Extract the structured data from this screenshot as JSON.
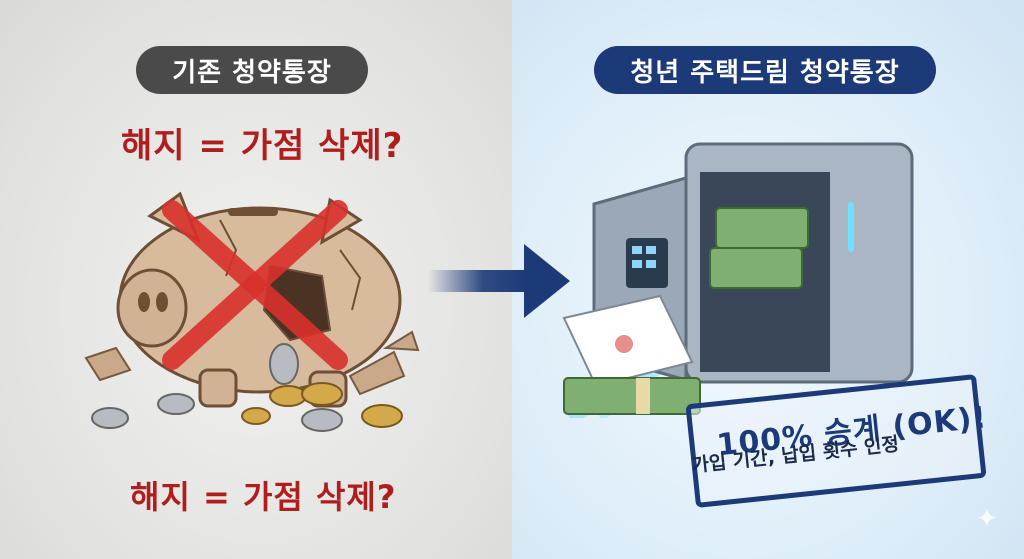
{
  "left_panel": {
    "label": "기존 청약통장",
    "question_top": "해지 = 가점 삭제?",
    "question_bottom": "해지 = 가점 삭제?"
  },
  "right_panel": {
    "label": "청년 주택드림 청약통장",
    "stamp_text": "100% 승계 (OK)!",
    "stamp_subtext": "가입 기간, 납입 횟수 인정"
  },
  "icons": {
    "piggy": "broken-piggy-bank-icon",
    "cross": "red-x-icon",
    "arrow": "right-arrow-icon",
    "safe": "open-safe-icon",
    "sparkle": "sparkle-icon"
  },
  "colors": {
    "left_pill": "#4a4a4a",
    "right_pill": "#1c3a78",
    "question_red": "#b01d1d",
    "stamp_blue": "#1c3a78"
  }
}
